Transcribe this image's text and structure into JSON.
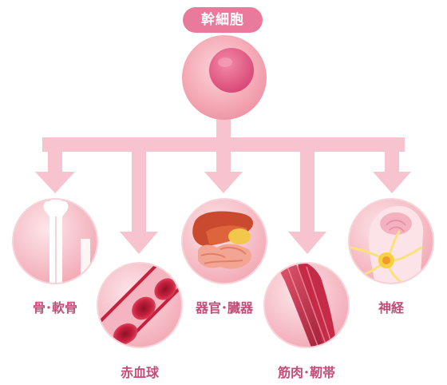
{
  "root": {
    "label": "幹細胞"
  },
  "targets": [
    {
      "id": "bone",
      "label": "骨･軟骨"
    },
    {
      "id": "blood",
      "label": "赤血球"
    },
    {
      "id": "organ",
      "label": "器官･臓器"
    },
    {
      "id": "muscle",
      "label": "筋肉･靭帯"
    },
    {
      "id": "nerve",
      "label": "神経"
    }
  ],
  "colors": {
    "accent": "#e97a9c",
    "arrow": "#f7c3cf",
    "label": "#c24e77"
  }
}
